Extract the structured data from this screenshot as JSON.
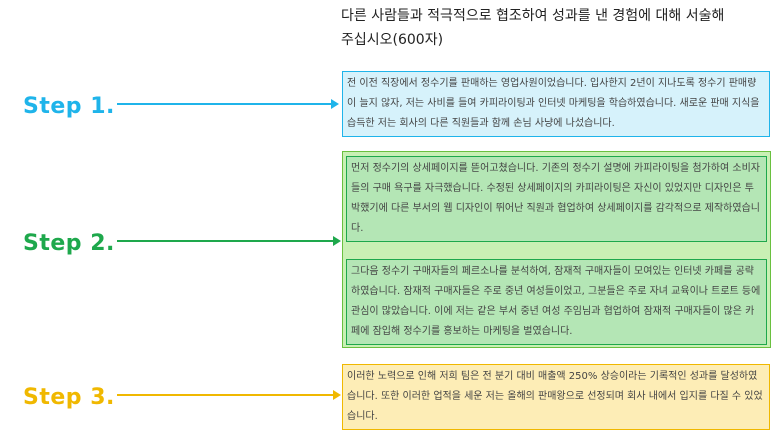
{
  "question": "다른 사람들과 적극적으로 협조하여 성과를 낸 경험에 대해 서술해 주십시오(600자)",
  "steps": {
    "step1": {
      "label": "Step 1.",
      "color": "#1fb4ea",
      "text": "전 이전 직장에서 정수기를 판매하는 영업사원이었습니다. 입사한지 2년이 지나도록 정수기 판매량이 늘지 않자, 저는 사비를 들여 카피라이팅과 인터넷 마케팅을 학습하였습니다. 새로운 판매 지식을 습득한 저는 회사의 다른 직원들과 함께 손님 사냥에 나섰습니다."
    },
    "step2": {
      "label": "Step 2.",
      "color": "#1ea84c",
      "text_a": "먼저 정수기의 상세페이지를 뜯어고쳤습니다. 기존의 정수기 설명에 카피라이팅을 첨가하여 소비자들의 구매 욕구를 자극했습니다. 수정된 상세페이지의 카피라이팅은 자신이 있었지만 디자인은 투박했기에 다른 부서의 웹 디자인이 뛰어난 직원과 협업하여 상세페이지를 감각적으로 제작하였습니다.",
      "text_b": "그다음 정수기 구매자들의 페르소나를 분석하여, 잠재적 구매자들이 모여있는 인터넷 카페를 공략하였습니다. 잠재적 구매자들은 주로 중년 여성들이었고, 그분들은 주로 자녀 교육이나 트로트 등에 관심이 많았습니다. 이에 저는 같은 부서 중년 여성 주임님과 협업하여 잠재적 구매자들이 많은 카페에 잠입해 정수기를 홍보하는 마케팅을 벌였습니다."
    },
    "step3": {
      "label": "Step 3.",
      "color": "#f0b800",
      "text": "이러한 노력으로 인해 저희 팀은 전 분기 대비 매출액 250% 상승이라는 기록적인 성과를 달성하였습니다. 또한 이러한 업적을 세운 저는 올해의 판매왕으로 선정되며 회사 내에서 입지를 다질 수 있었습니다."
    }
  }
}
